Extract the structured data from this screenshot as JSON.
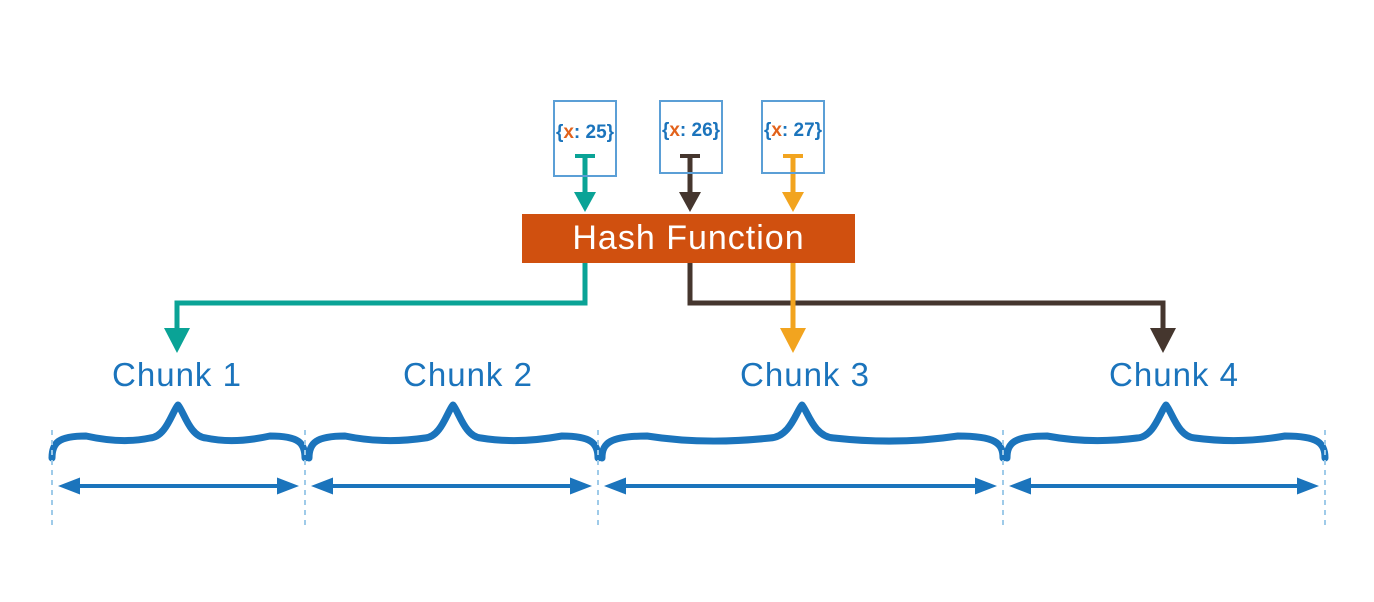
{
  "documents": [
    {
      "open": "{",
      "key": "x",
      "rest": ": 25}"
    },
    {
      "open": "{",
      "key": "x",
      "rest": ": 26}"
    },
    {
      "open": "{",
      "key": "x",
      "rest": ": 27}"
    }
  ],
  "hash": {
    "label": "Hash Function"
  },
  "chunks": [
    {
      "label": "Chunk 1"
    },
    {
      "label": "Chunk 2"
    },
    {
      "label": "Chunk 3"
    },
    {
      "label": "Chunk 4"
    }
  ],
  "colors": {
    "blue": "#1b74bc",
    "doc_border_blue": "#5b9fd6",
    "dashed_light_blue": "#9fcbe9",
    "teal": "#0aa396",
    "dark_brown": "#45362e",
    "amber": "#f2a41f",
    "hash_orange": "#d0500f",
    "key_orange": "#e2621b",
    "text_white": "#ffffff"
  }
}
